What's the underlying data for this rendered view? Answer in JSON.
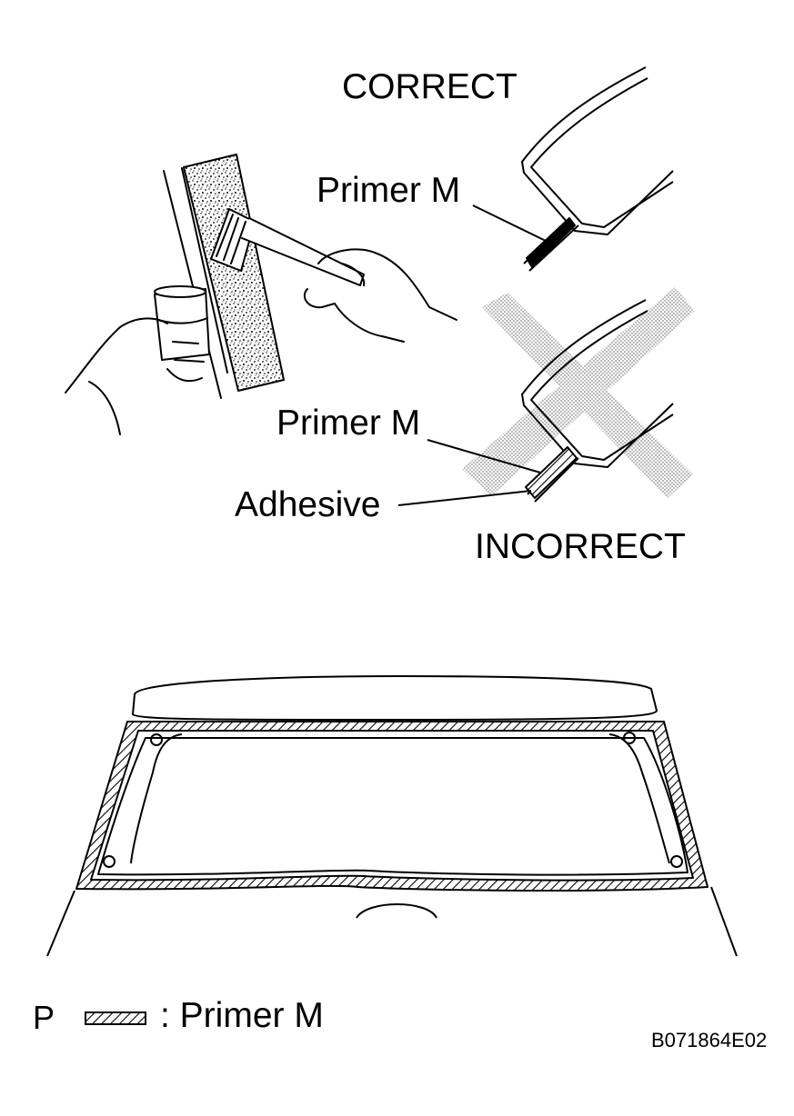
{
  "labels": {
    "correct": "CORRECT",
    "incorrect": "INCORRECT",
    "primer_correct": "Primer M",
    "primer_incorrect": "Primer M",
    "adhesive": "Adhesive",
    "legend_key": "P",
    "legend_text": ": Primer M",
    "figure_code": "B071864E02"
  },
  "icons": {
    "hand_brush": "hand-applying-primer-with-brush",
    "cup": "primer-cup-icon",
    "correct_section": "body-flange-cross-section-correct",
    "incorrect_section": "body-flange-cross-section-incorrect",
    "cross_mark": "incorrect-x-mark",
    "back_door": "back-door-window-opening",
    "legend_swatch": "hatched-primer-swatch"
  },
  "colors": {
    "ink": "#000000",
    "dots": "#9a9a9a",
    "paper": "#ffffff"
  }
}
